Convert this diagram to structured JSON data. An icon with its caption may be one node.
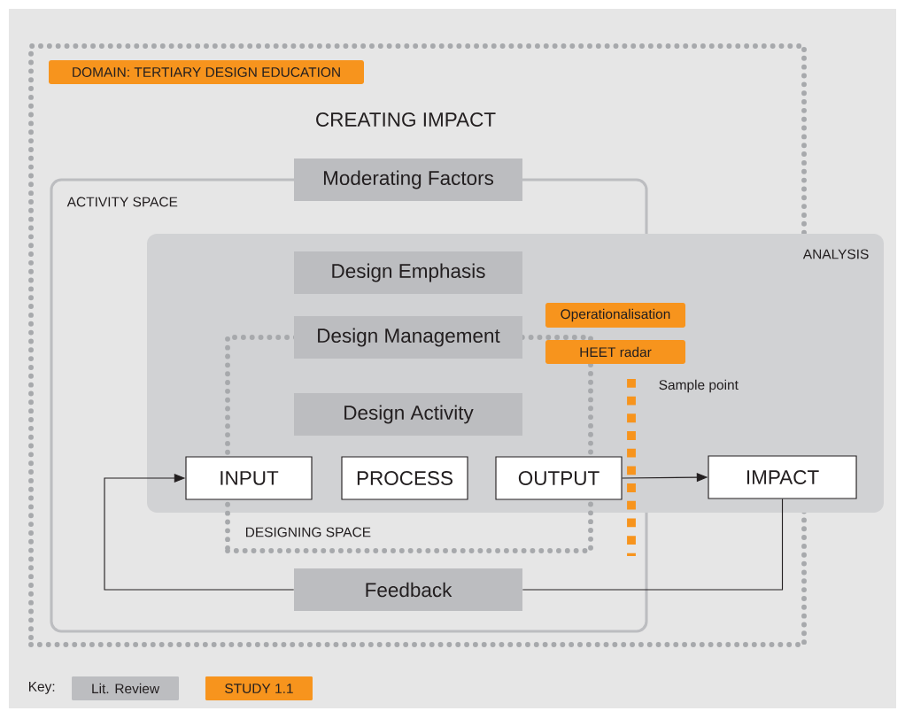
{
  "diagram": {
    "nodes": [
      {
        "text": [
          "CREATING IMPACT"
        ]
      },
      {
        "text": [
          "DOMAIN: TERTIARY DESIGN EDUCATION"
        ],
        "in": 0
      },
      {
        "text": [
          "ACTIVITY SPACE"
        ],
        "in": 0
      },
      {
        "text": [
          "Moderating Factors"
        ],
        "in": 0
      },
      {
        "text": [
          "ANALYSIS"
        ],
        "in": 0
      },
      {
        "text": [
          "Design Emphasis"
        ]
      },
      {
        "text": [
          "DESIGNING SPACE"
        ],
        "in": 2
      },
      {
        "text": [
          "Design Management"
        ]
      },
      {
        "text": [
          "Operationalisation"
        ],
        "in": 4
      },
      {
        "text": [
          "HEET radar"
        ],
        "in": 4
      },
      {
        "text": [
          "Design Activity"
        ],
        "in": 6
      },
      {
        "text": [
          "INPUT"
        ]
      },
      {
        "text": [
          "PROCESS"
        ],
        "in": 6
      },
      {
        "text": [
          "OUTPUT"
        ]
      },
      {
        "text": [
          "IMPACT"
        ],
        "in": 4
      },
      {
        "text": [
          "Feedback"
        ],
        "in": 2
      }
    ],
    "edges": [
      {
        "from": 13,
        "to": 14,
        "arrow": "to"
      },
      {
        "from": 14,
        "to": 15,
        "arrow": "none"
      },
      {
        "from": 15,
        "to": 11,
        "arrow": "to"
      }
    ],
    "labels": [
      "Sample point",
      "Key:"
    ],
    "legend": [
      {
        "text": "Lit. Review",
        "color": "#bcbdc0"
      },
      {
        "text": "STUDY 1.1",
        "color": "#f7941d"
      }
    ]
  }
}
